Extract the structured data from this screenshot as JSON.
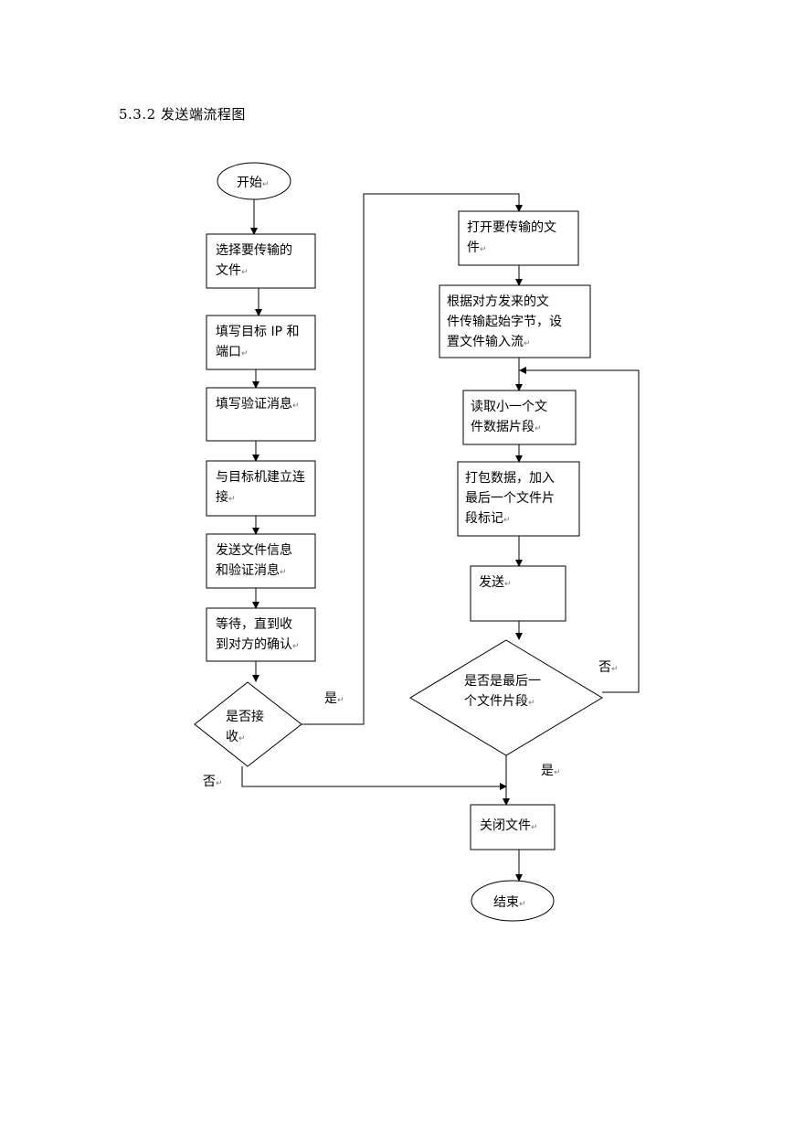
{
  "heading": "5.3.2 发送端流程图",
  "nodes": {
    "start": [
      "开始"
    ],
    "choose": [
      "选择要传输的",
      "文件"
    ],
    "fill_ip": [
      "填写目标 IP 和",
      "端口"
    ],
    "fill_verify": [
      "填写验证消息"
    ],
    "connect": [
      "与目标机建立连",
      "接"
    ],
    "send_info": [
      "发送文件信息",
      "和验证消息"
    ],
    "wait": [
      "等待，直到收",
      "到对方的确认"
    ],
    "accepted": [
      "是否接",
      "收"
    ],
    "open_file": [
      "打开要传输的文",
      "件"
    ],
    "set_stream": [
      "根据对方发来的文",
      "件传输起始字节，设",
      "置文件输入流"
    ],
    "read": [
      "读取小一个文",
      "件数据片段"
    ],
    "pack": [
      "打包数据，加入",
      "最后一个文件片",
      "段标记"
    ],
    "send": [
      "发送"
    ],
    "is_last": [
      "是否是最后一",
      "个文件片段"
    ],
    "close": [
      "关闭文件"
    ],
    "end": [
      "结束"
    ]
  },
  "edge_labels": {
    "accepted_yes": "是",
    "accepted_no": "否",
    "last_no": "否",
    "last_yes": "是"
  },
  "return_mark": "↵"
}
